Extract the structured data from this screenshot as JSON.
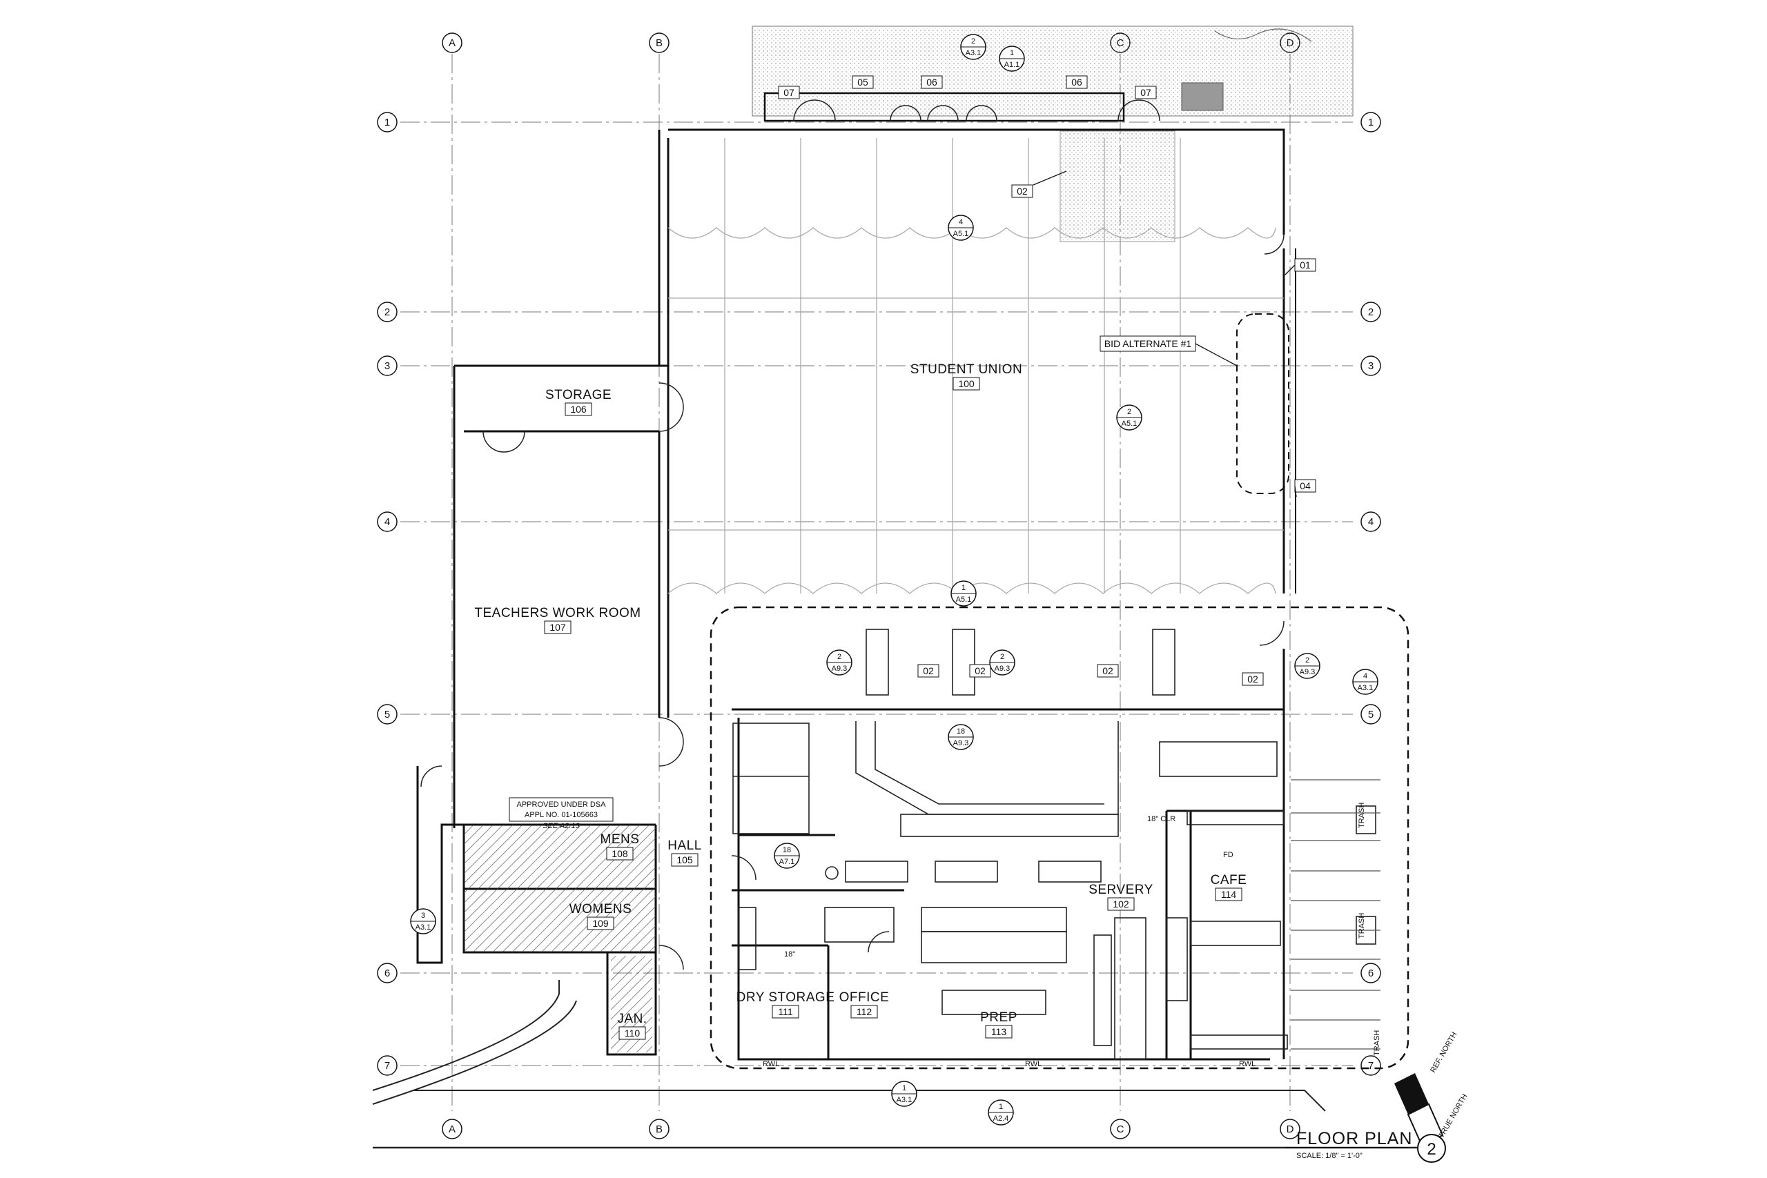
{
  "title_block": {
    "title": "FLOOR PLAN",
    "scale": "SCALE: 1/8\" = 1'-0\"",
    "drawing_number": "2"
  },
  "grid_lines": {
    "columns": [
      "A",
      "B",
      "C",
      "D"
    ],
    "rows": [
      "1",
      "2",
      "3",
      "4",
      "5",
      "6",
      "7"
    ]
  },
  "rooms": [
    {
      "name": "STUDENT UNION",
      "number": "100"
    },
    {
      "name": "STORAGE",
      "number": "106"
    },
    {
      "name": "TEACHERS WORK ROOM",
      "number": "107"
    },
    {
      "name": "HALL",
      "number": "105"
    },
    {
      "name": "MENS",
      "number": "108"
    },
    {
      "name": "WOMENS",
      "number": "109"
    },
    {
      "name": "JAN.",
      "number": "110"
    },
    {
      "name": "DRY STORAGE",
      "number": "111"
    },
    {
      "name": "OFFICE",
      "number": "112"
    },
    {
      "name": "PREP",
      "number": "113"
    },
    {
      "name": "SERVERY",
      "number": "102"
    },
    {
      "name": "CAFE",
      "number": "114"
    }
  ],
  "keynotes": [
    "01",
    "02",
    "04",
    "05",
    "06",
    "07"
  ],
  "section_marks": [
    {
      "num": "2",
      "sheet": "A3.1"
    },
    {
      "num": "1",
      "sheet": "A1.1"
    },
    {
      "num": "4",
      "sheet": "A5.1"
    },
    {
      "num": "2",
      "sheet": "A5.1"
    },
    {
      "num": "1",
      "sheet": "A5.1"
    },
    {
      "num": "4",
      "sheet": "A3.1"
    },
    {
      "num": "3",
      "sheet": "A3.1"
    },
    {
      "num": "1",
      "sheet": "A3.1"
    },
    {
      "num": "1",
      "sheet": "A2.4"
    }
  ],
  "detail_marks": [
    {
      "num": "2",
      "sheet": "A9.3"
    },
    {
      "num": "18",
      "sheet": "A9.3"
    },
    {
      "num": "18",
      "sheet": "A7.1"
    }
  ],
  "notes": {
    "bid_alternate": "BID ALTERNATE #1",
    "approval_line1": "APPROVED UNDER DSA",
    "approval_line2": "APPL NO. 01-105663",
    "approval_handwritten": "SEE A2.13",
    "clear_18": "18\"",
    "clear_18_clr": "18\" CLR",
    "fd": "FD",
    "trash": "TRASH",
    "rwl": "RWL",
    "north_ref": "REF. NORTH",
    "north_true": "TRUE NORTH"
  }
}
